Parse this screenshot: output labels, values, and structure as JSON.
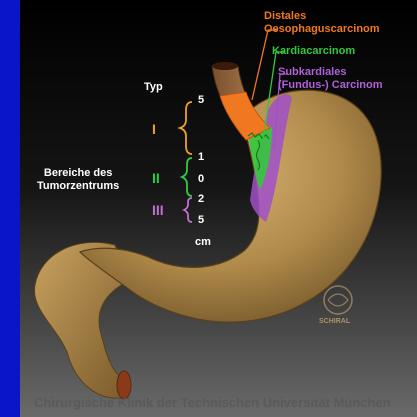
{
  "labels": {
    "distal_line1": "Distales",
    "distal_line2": "Oesophaguscarcinom",
    "kardia": "Kardiacarcinom",
    "subkard_line1": "Subkardiales",
    "subkard_line2": "(Fundus-) Carcinom",
    "typ": "Typ",
    "bereiche_line1": "Bereiche des",
    "bereiche_line2": "Tumorzentrums",
    "unit": "cm"
  },
  "types": [
    "I",
    "II",
    "III"
  ],
  "scale": [
    "5",
    "1",
    "0",
    "2",
    "5"
  ],
  "credit": "Chirurgische Klinik der Technischen Universität München",
  "logo_text": "SCHIRAL",
  "colors": {
    "distal": "#f07820",
    "kardia": "#34c83c",
    "subkard": "#a050c8",
    "typ1": "#f0a020",
    "typ2": "#2ecc40",
    "typ3": "#c070d0",
    "background_blue": "#0a14c8",
    "stomach": "#b08a4a"
  }
}
